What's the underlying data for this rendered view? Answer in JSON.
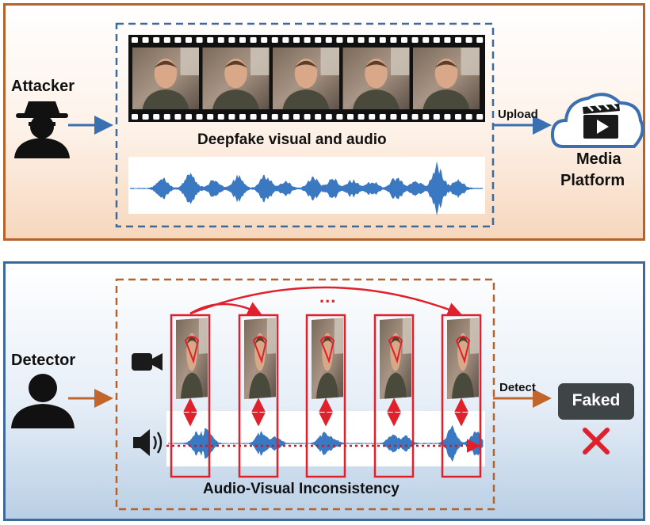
{
  "top": {
    "actor_label": "Attacker",
    "video_caption": "Deepfake visual and audio",
    "arrow_label": "Upload",
    "platform_label_line1": "Media",
    "platform_label_line2": "Platform",
    "frame_count": 5
  },
  "bottom": {
    "actor_label": "Detector",
    "ellipsis": "...",
    "caption": "Audio-Visual Inconsistency",
    "arrow_label": "Detect",
    "result_label": "Faked",
    "pair_count": 5
  },
  "colors": {
    "attacker_panel_border": "#b5632b",
    "detector_panel_border": "#3d6a99",
    "attack_dashed": "#3d6a99",
    "detect_dashed": "#b5632b",
    "highlight_red": "#e0202a",
    "waveform_blue": "#3a78c2",
    "result_box": "#3f4447"
  },
  "icons": [
    "spy-icon",
    "user-icon",
    "camera-icon",
    "speaker-icon",
    "cloud-video-icon",
    "cross-icon"
  ]
}
